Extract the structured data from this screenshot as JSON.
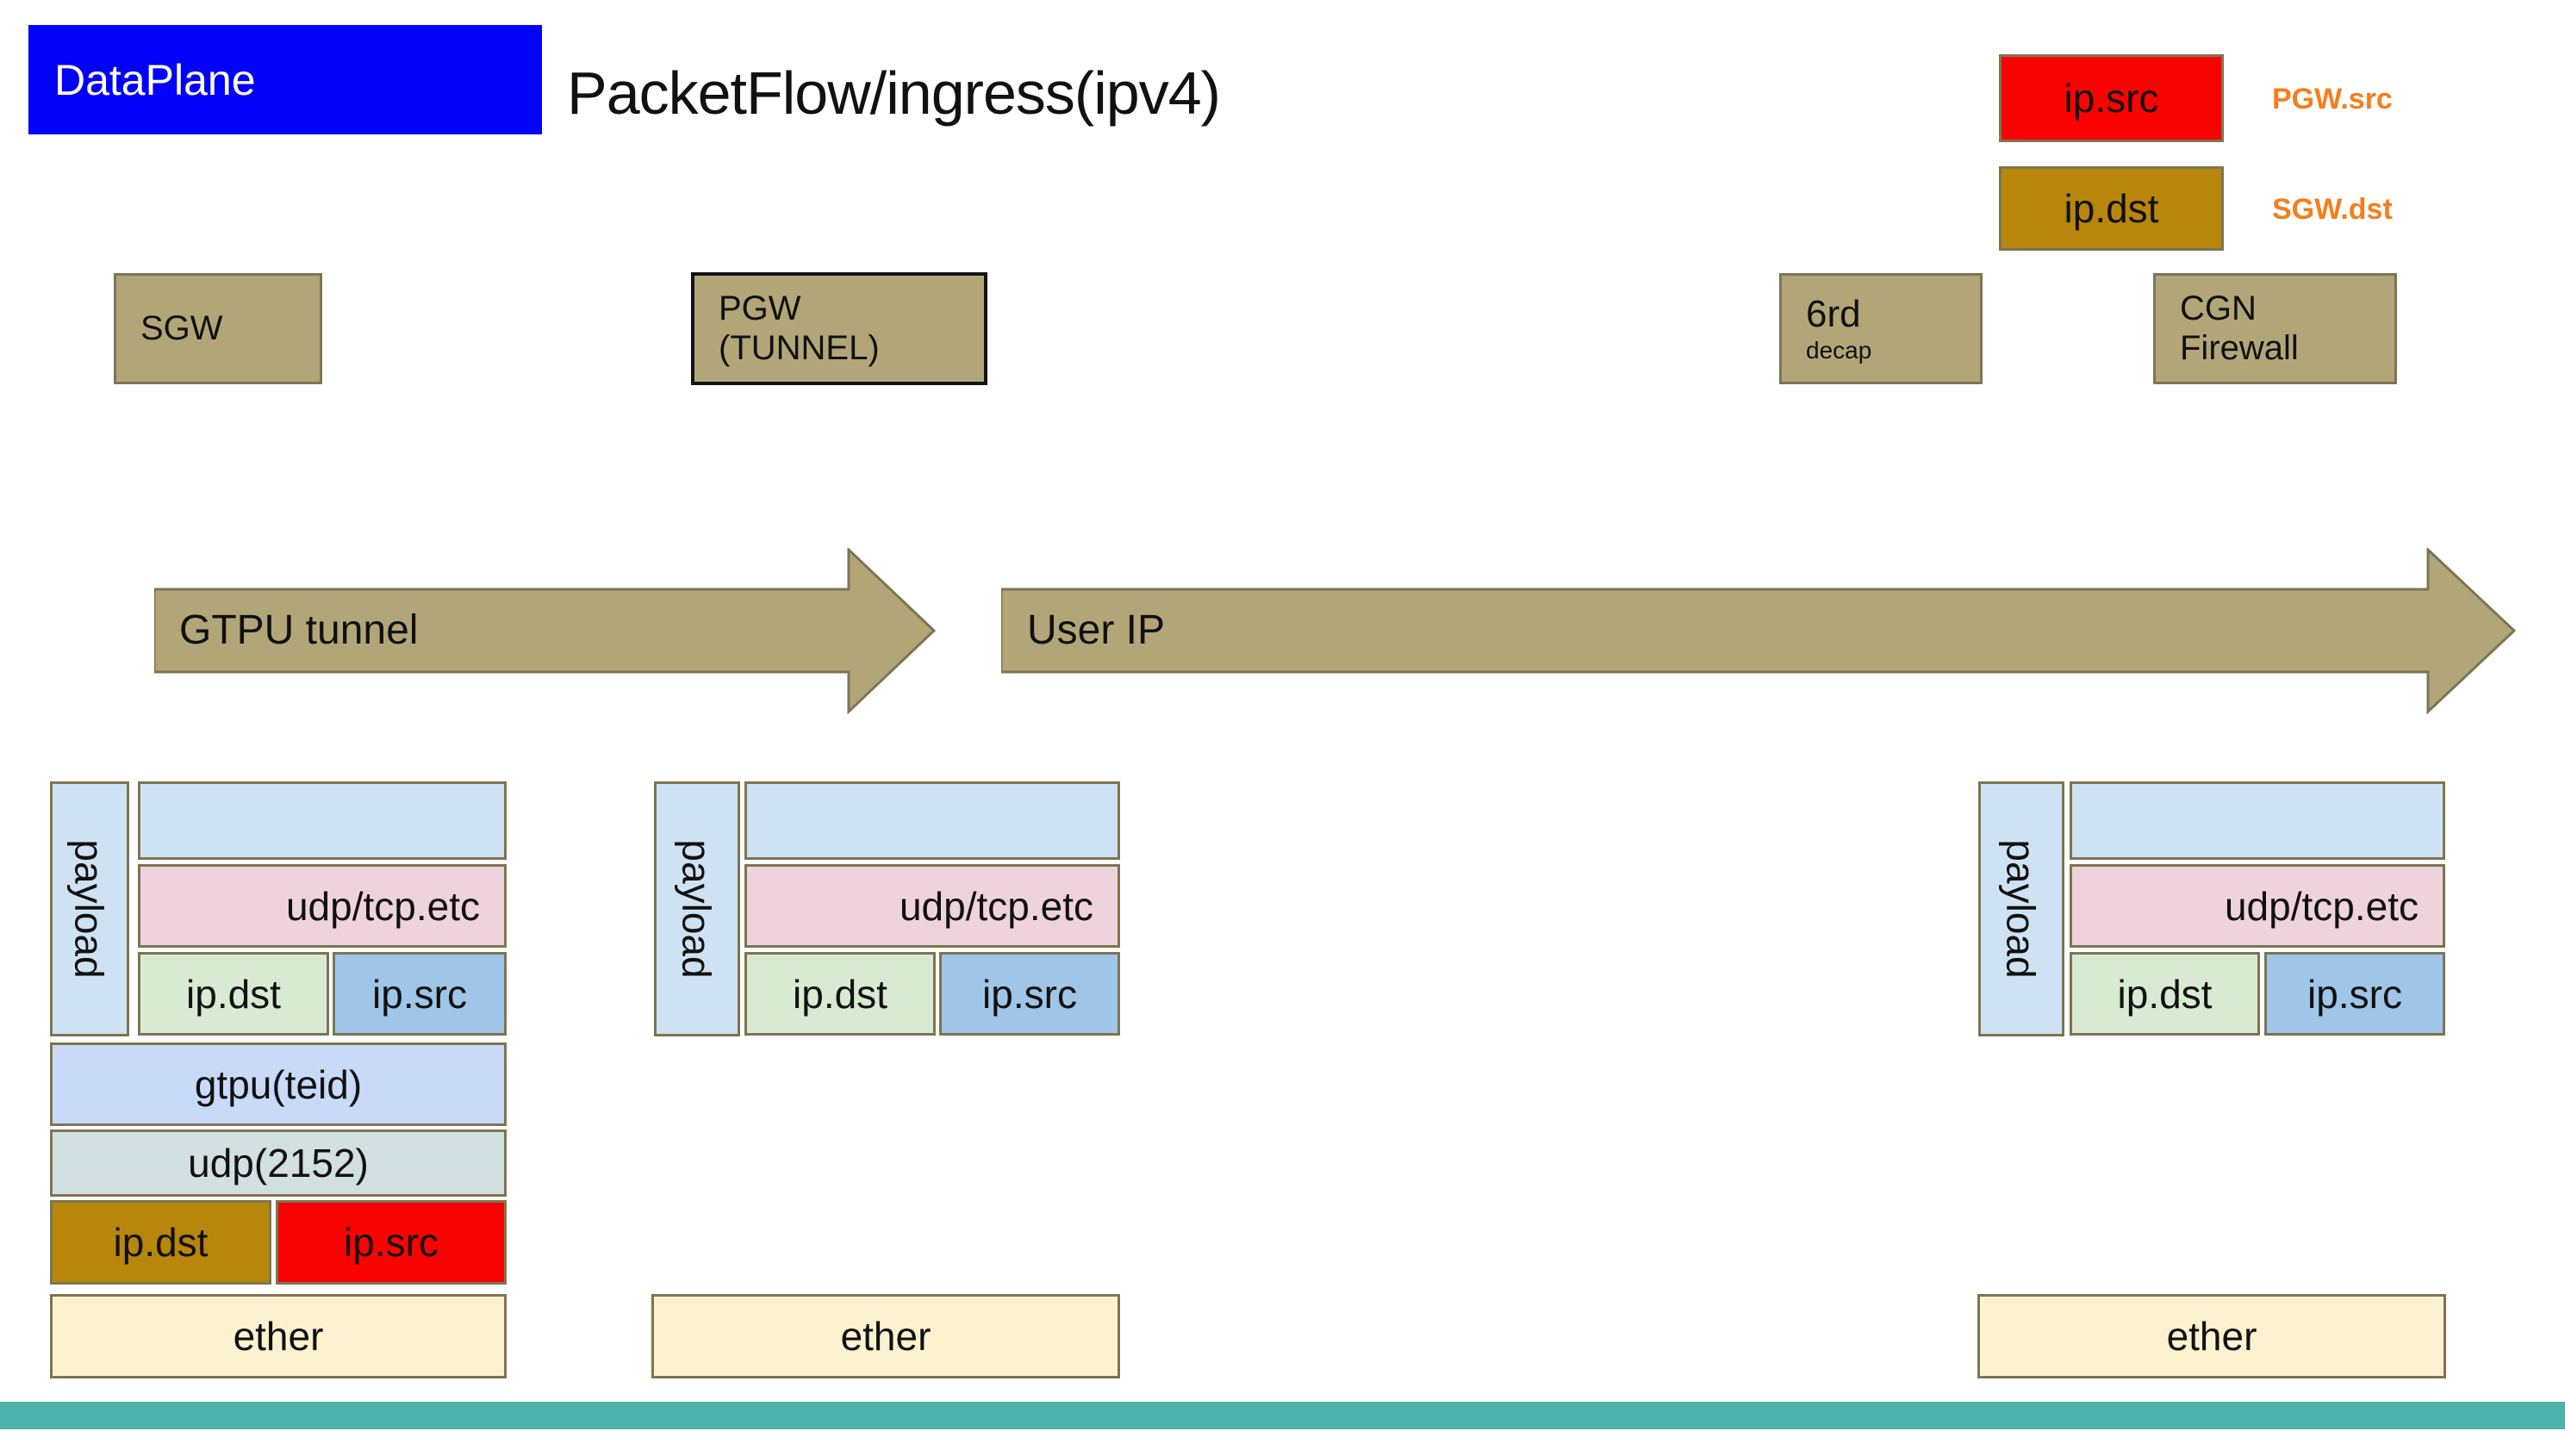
{
  "header": {
    "badge_label": "DataPlane",
    "title": "PacketFlow/ingress(ipv4)"
  },
  "legend": {
    "src": {
      "box_label": "ip.src",
      "note": "PGW.src"
    },
    "dst": {
      "box_label": "ip.dst",
      "note": "SGW.dst"
    }
  },
  "nodes": {
    "sgw": {
      "line1": "SGW"
    },
    "pgw": {
      "line1": "PGW",
      "line2": "(TUNNEL)"
    },
    "sixrd": {
      "line1": "6rd",
      "line2": "decap"
    },
    "cgn": {
      "line1": "CGN",
      "line2": "Firewall"
    }
  },
  "arrows": {
    "gtpu": {
      "label": "GTPU tunnel"
    },
    "user_ip": {
      "label": "User IP"
    }
  },
  "stack_labels": {
    "payload": "payload",
    "transport": "udp/tcp.etc",
    "ip_dst": "ip.dst",
    "ip_src": "ip.src",
    "gtpu": "gtpu(teid)",
    "udp_2152": "udp(2152)",
    "ether": "ether"
  },
  "colors": {
    "badge_blue": "#0202fa",
    "khaki": "#b2a679",
    "khaki_border": "#7e7554",
    "box_border": "#7d7551",
    "light_blue": "#cfe2f3",
    "pink": "#eed3dd",
    "green": "#d9ead3",
    "mid_blue": "#9fc5e8",
    "periwinkle": "#c9daf8",
    "gray_blue": "#d3e0e2",
    "cream": "#fdf2cf",
    "gold": "#b8860b",
    "red": "#fb0202",
    "teal": "#4bb3ab",
    "orange": "#f57e1e"
  }
}
